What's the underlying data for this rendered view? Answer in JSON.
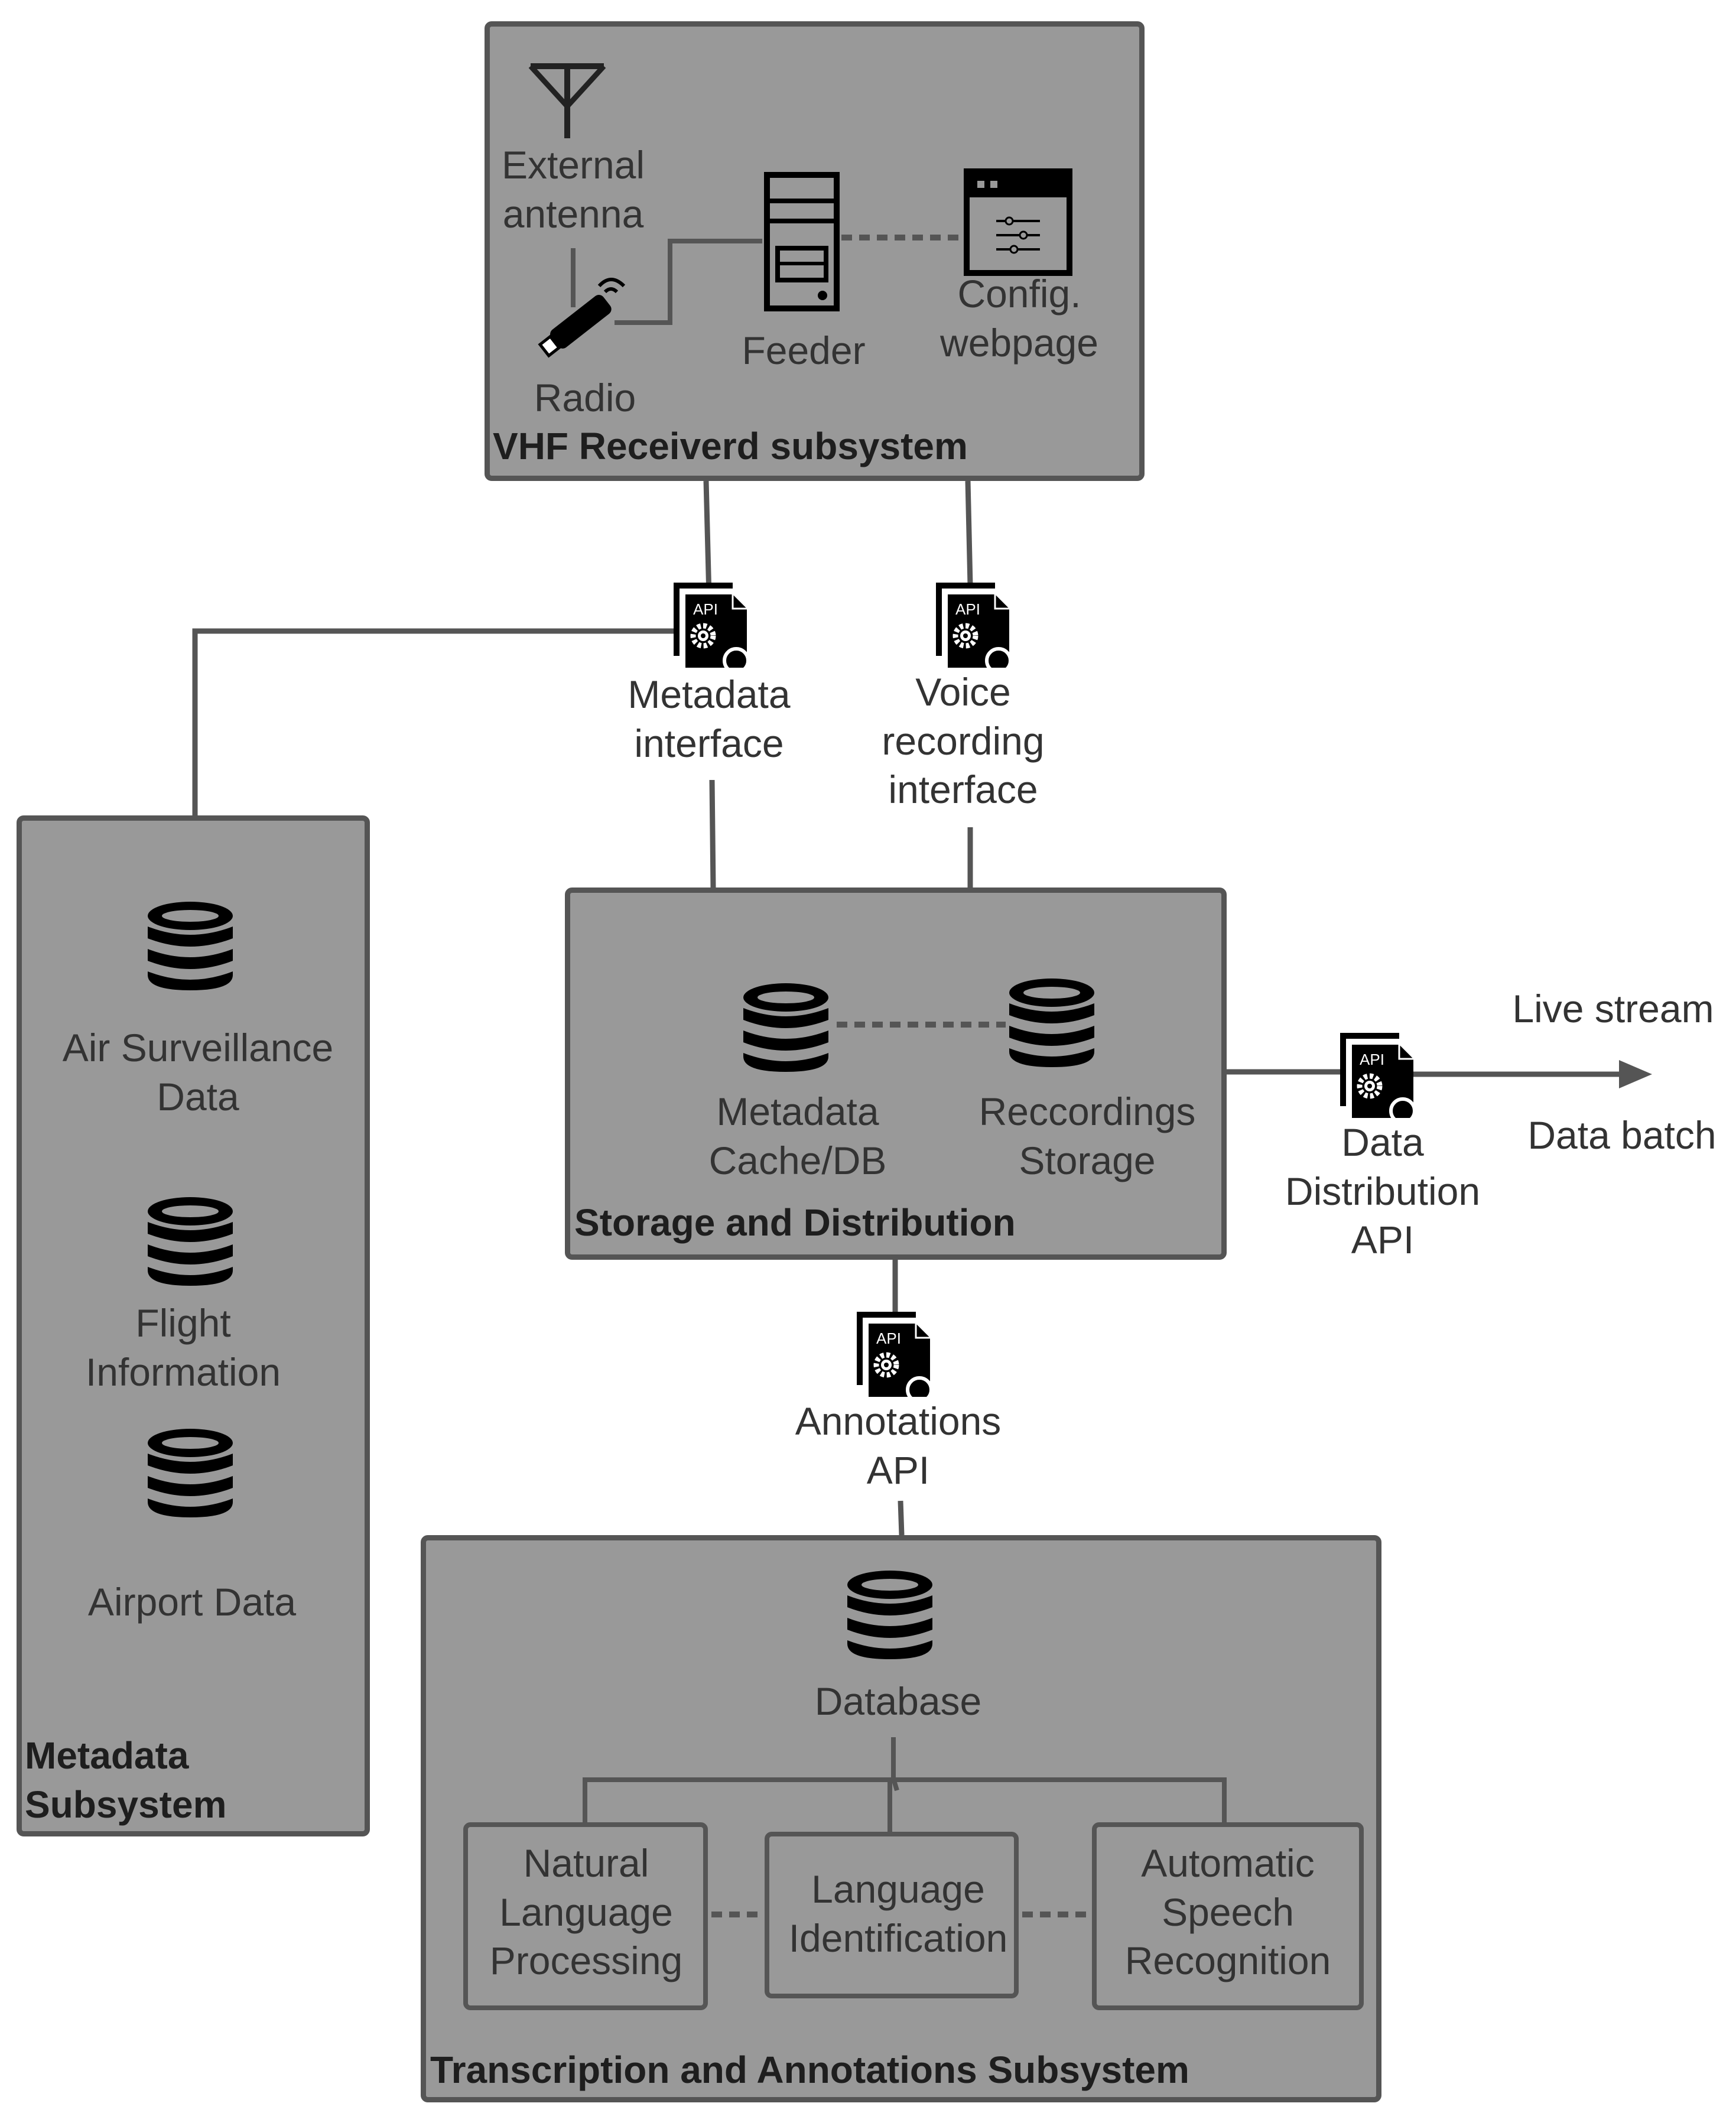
{
  "colors": {
    "box_fill": "#999999",
    "box_border": "#555555",
    "line": "#555555",
    "text": "#333333",
    "icon": "#000000"
  },
  "subsystems": {
    "vhf": {
      "title": "VHF Receiverd subsystem"
    },
    "metadata": {
      "title": "Metadata\nSubsystem"
    },
    "storage": {
      "title": "Storage and Distribution"
    },
    "transcription": {
      "title": "Transcription and Annotations Subsystem"
    }
  },
  "vhf_components": {
    "antenna": {
      "label": "External\nantenna",
      "icon": "antenna-icon"
    },
    "radio": {
      "label": "Radio",
      "icon": "usb-radio-icon"
    },
    "feeder": {
      "label": "Feeder",
      "icon": "server-tower-icon"
    },
    "config": {
      "label": "Config.\nwebpage",
      "icon": "settings-window-icon"
    }
  },
  "interfaces": {
    "metadata": {
      "label": "Metadata\ninterface",
      "icon": "api-icon",
      "icon_text": "API"
    },
    "voice": {
      "label": "Voice\nrecording\ninterface",
      "icon": "api-icon",
      "icon_text": "API"
    },
    "distribution": {
      "label": "Data\nDistribution\nAPI",
      "icon": "api-icon",
      "icon_text": "API"
    },
    "annotations": {
      "label": "Annotations\nAPI",
      "icon": "api-icon",
      "icon_text": "API"
    }
  },
  "metadata_components": {
    "air_surveillance": {
      "label": "Air Surveillance\nData",
      "icon": "database-icon"
    },
    "flight_information": {
      "label": "Flight\nInformation",
      "icon": "database-icon"
    },
    "airport_data": {
      "label": "Airport Data",
      "icon": "database-icon"
    }
  },
  "storage_components": {
    "metadata_cache": {
      "label": "Metadata\nCache/DB",
      "icon": "database-icon"
    },
    "recordings_storage": {
      "label": "Reccordings\nStorage",
      "icon": "database-icon"
    }
  },
  "transcription_components": {
    "database": {
      "label": "Database",
      "icon": "database-icon"
    },
    "nlp": {
      "label": "Natural\nLanguage\nProcessing"
    },
    "language_id": {
      "label": "Language\nIdentification"
    },
    "asr": {
      "label": "Automatic\nSpeech\nRecognition"
    }
  },
  "outputs": {
    "live_stream": "Live stream",
    "data_batch": "Data batch"
  }
}
